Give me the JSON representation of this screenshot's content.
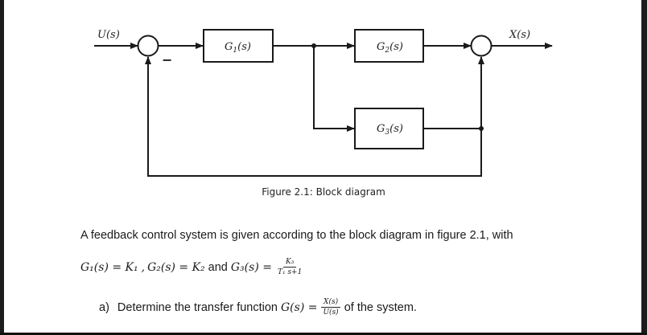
{
  "figure": {
    "input_label": "U(s)",
    "output_label": "X(s)",
    "blocks": [
      {
        "id": "G1",
        "label_base": "G",
        "label_sub": "1",
        "label_arg": "(s)"
      },
      {
        "id": "G2",
        "label_base": "G",
        "label_sub": "2",
        "label_arg": "(s)"
      },
      {
        "id": "G3",
        "label_base": "G",
        "label_sub": "3",
        "label_arg": "(s)"
      }
    ],
    "summing_junction_1_sign": "−",
    "caption": "Figure 2.1: Block diagram",
    "line_color": "#1a1a1a"
  },
  "text": {
    "intro": "A feedback control system is given according to the block diagram in figure 2.1, with",
    "eq": {
      "g1": "G₁(s) = K₁",
      "sep": ",",
      "g2": "G₂(s) = K₂",
      "and": "and",
      "g3": "G₃(s) =",
      "g3_num": "K₃",
      "g3_den": "T₁ s+1"
    },
    "question": {
      "label": "a)",
      "before": "Determine the transfer function",
      "math": "G(s) =",
      "num": "X(s)",
      "den": "U(s)",
      "after": "of the system."
    }
  }
}
